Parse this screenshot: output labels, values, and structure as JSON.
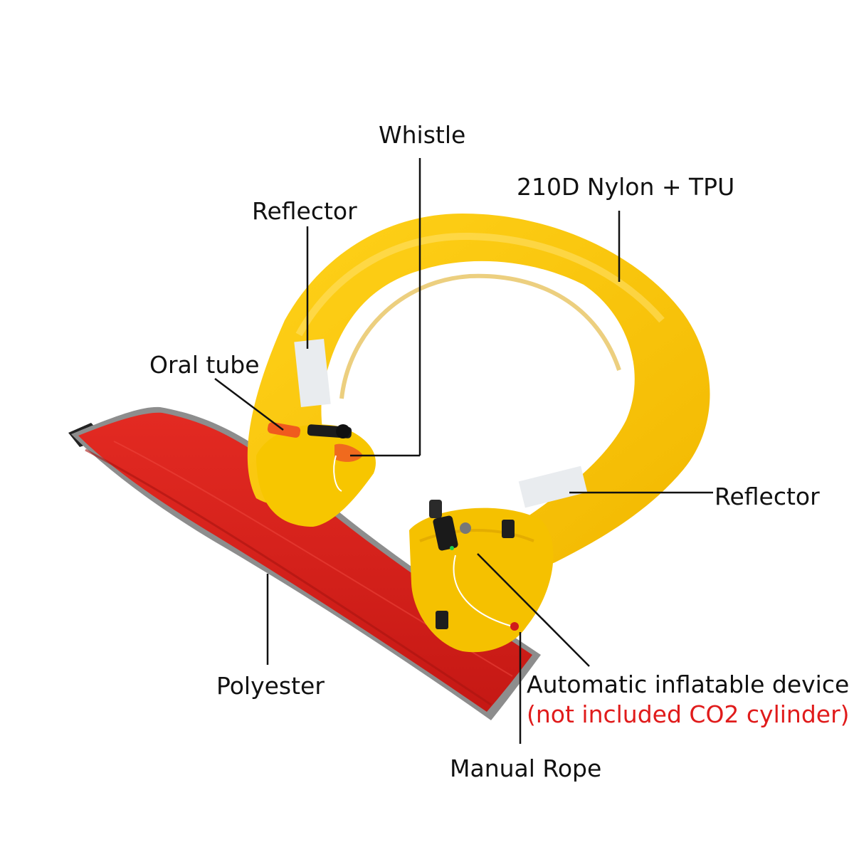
{
  "product": {
    "name": "inflatable life jacket",
    "colors": {
      "bladder": "#f7c300",
      "bladder_light": "#ffdb2e",
      "bladder_shadow": "#d89e00",
      "cover": "#d3201c",
      "cover_dark": "#9e1412",
      "cover_trim": "#9a9a9a",
      "reflector": "#e9ecef",
      "valve": "#222222",
      "leader_line": "#111111",
      "warning_text": "#e01b1b"
    }
  },
  "callouts": {
    "whistle": "Whistle",
    "material_top": "210D Nylon + TPU",
    "reflector_left": "Reflector",
    "oral_tube": "Oral tube",
    "reflector_right": "Reflector",
    "polyester": "Polyester",
    "auto_device": "Automatic inflatable device",
    "auto_device_note": "(not included CO2 cylinder)",
    "manual_rope": "Manual Rope"
  }
}
